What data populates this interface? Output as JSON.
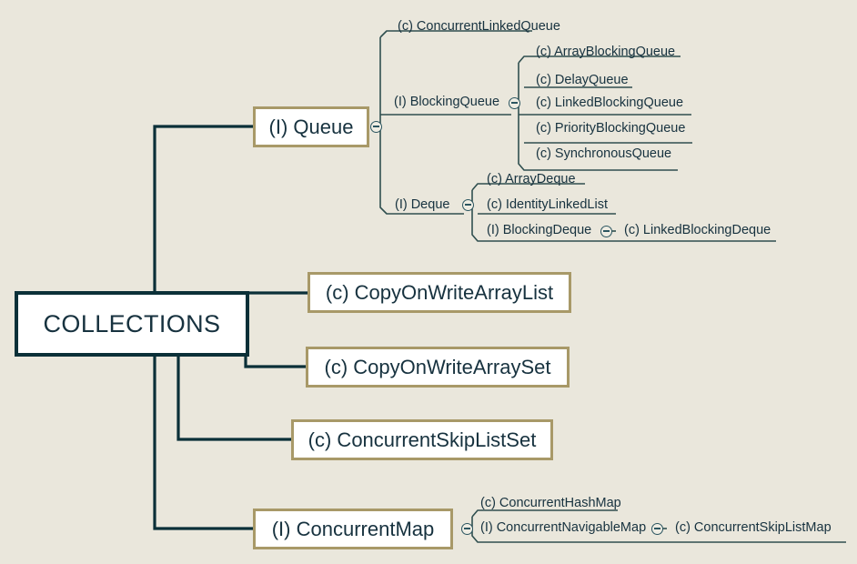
{
  "diagram": {
    "title": "COLLECTIONS",
    "type": "mindmap",
    "background_color": "#EAE7DC",
    "root_border_color": "#0B3038",
    "branch_border_color": "#A89968",
    "connector_color": "#0B3038",
    "leaf_connector_color": "#2F4F4F",
    "text_color": "#17323F",
    "toggle_icon": "collapse-minus-circle"
  },
  "root": {
    "label": "COLLECTIONS"
  },
  "branches": [
    {
      "id": "queue",
      "label": "(I) Queue",
      "has_toggle": true,
      "children": [
        {
          "label": "(c) ConcurrentLinkedQueue",
          "has_toggle": false,
          "children": []
        },
        {
          "label": "(I) BlockingQueue",
          "has_toggle": true,
          "children": [
            {
              "label": "(c) ArrayBlockingQueue"
            },
            {
              "label": "(c) DelayQueue"
            },
            {
              "label": "(c) LinkedBlockingQueue"
            },
            {
              "label": "(c) PriorityBlockingQueue"
            },
            {
              "label": "(c) SynchronousQueue"
            }
          ]
        },
        {
          "label": "(I) Deque",
          "has_toggle": true,
          "children": [
            {
              "label": "(c) ArrayDeque"
            },
            {
              "label": "(c) IdentityLinkedList"
            },
            {
              "label": "(I) BlockingDeque",
              "has_toggle": true,
              "children": [
                {
                  "label": "(c) LinkedBlockingDeque"
                }
              ]
            }
          ]
        }
      ]
    },
    {
      "id": "copyonwritearraylist",
      "label": "(c) CopyOnWriteArrayList",
      "has_toggle": false,
      "children": []
    },
    {
      "id": "copyonwritearrayset",
      "label": "(c) CopyOnWriteArraySet",
      "has_toggle": false,
      "children": []
    },
    {
      "id": "concurrentskiplistset",
      "label": "(c) ConcurrentSkipListSet",
      "has_toggle": false,
      "children": []
    },
    {
      "id": "concurrentmap",
      "label": "(I) ConcurrentMap",
      "has_toggle": true,
      "children": [
        {
          "label": "(c) ConcurrentHashMap",
          "has_toggle": false,
          "children": []
        },
        {
          "label": "(I) ConcurrentNavigableMap",
          "has_toggle": true,
          "children": [
            {
              "label": "(c) ConcurrentSkipListMap"
            }
          ]
        }
      ]
    }
  ]
}
